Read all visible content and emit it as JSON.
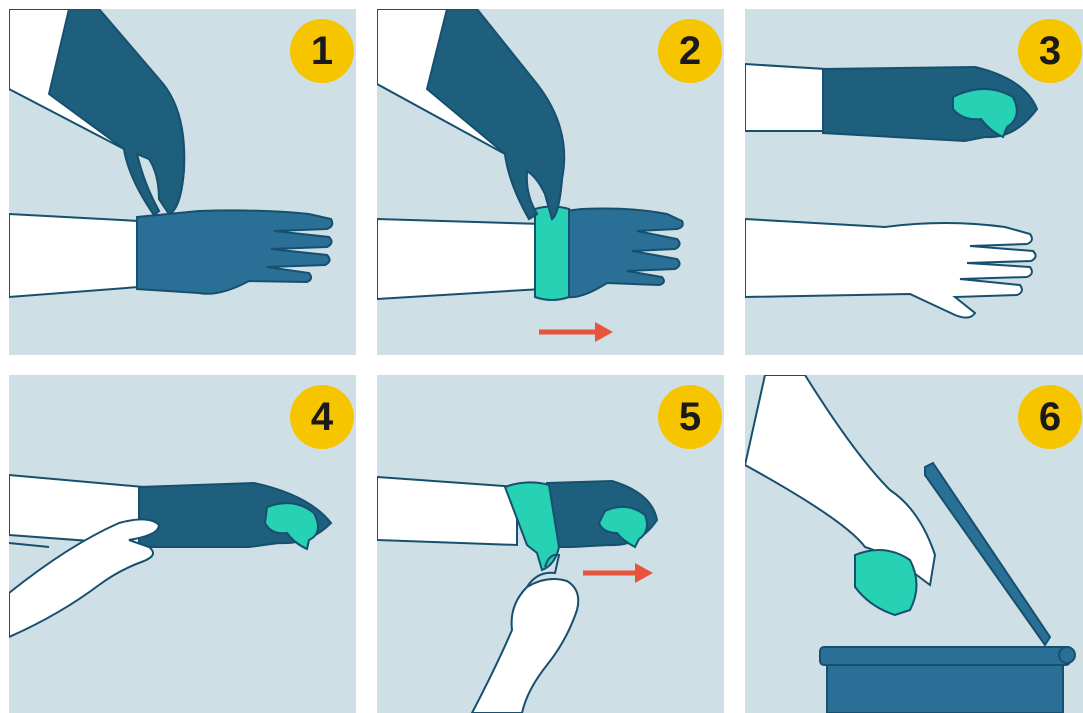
{
  "steps": [
    {
      "number": "1"
    },
    {
      "number": "2"
    },
    {
      "number": "3"
    },
    {
      "number": "4"
    },
    {
      "number": "5"
    },
    {
      "number": "6"
    }
  ],
  "colors": {
    "panel_background": "#cfdfe6",
    "glove_dark": "#1e5f7d",
    "glove_blue": "#2a6f96",
    "glove_inside": "#27d1b3",
    "skin": "#ffffff",
    "arrow": "#e8533c",
    "badge": "#f7c500",
    "outline": "#16506e",
    "bin": "#2a6f96"
  },
  "icons": {
    "arrow": "right-arrow-icon",
    "bin": "trash-bin-icon"
  }
}
